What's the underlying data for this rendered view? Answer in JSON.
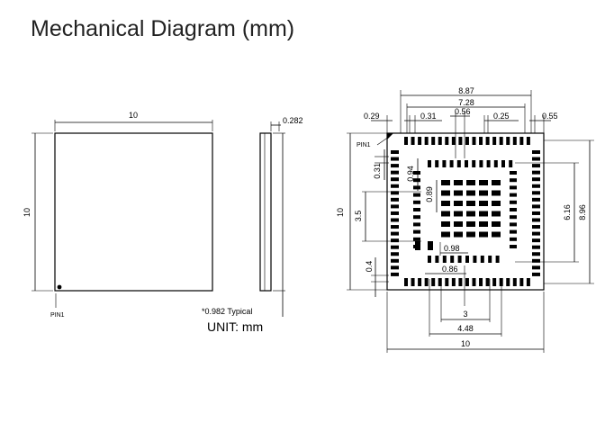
{
  "title": "Mechanical Diagram (mm)",
  "top_view": {
    "width_label": "10",
    "height_label": "10",
    "pin1_label": "PIN1"
  },
  "side_view": {
    "thickness_label": "0.282",
    "typical_note": "*0.982 Typical",
    "unit_label": "UNIT: mm"
  },
  "bottom_view": {
    "dim_887": "8.87",
    "dim_728": "7.28",
    "dim_029": "0.29",
    "dim_031_top": "0.31",
    "dim_056": "0.56",
    "dim_025": "0.25",
    "dim_055": "0.55",
    "pin1_label": "PIN1",
    "dim_031_left": "0.31",
    "dim_094": "0.94",
    "dim_089": "0.89",
    "dim_35": "3.5",
    "dim_10_left": "10",
    "dim_04": "0.4",
    "dim_098": "0.98",
    "dim_086": "0.86",
    "dim_616": "6.16",
    "dim_896": "8.96",
    "dim_3": "3",
    "dim_448": "4.48",
    "dim_10_bottom": "10"
  }
}
